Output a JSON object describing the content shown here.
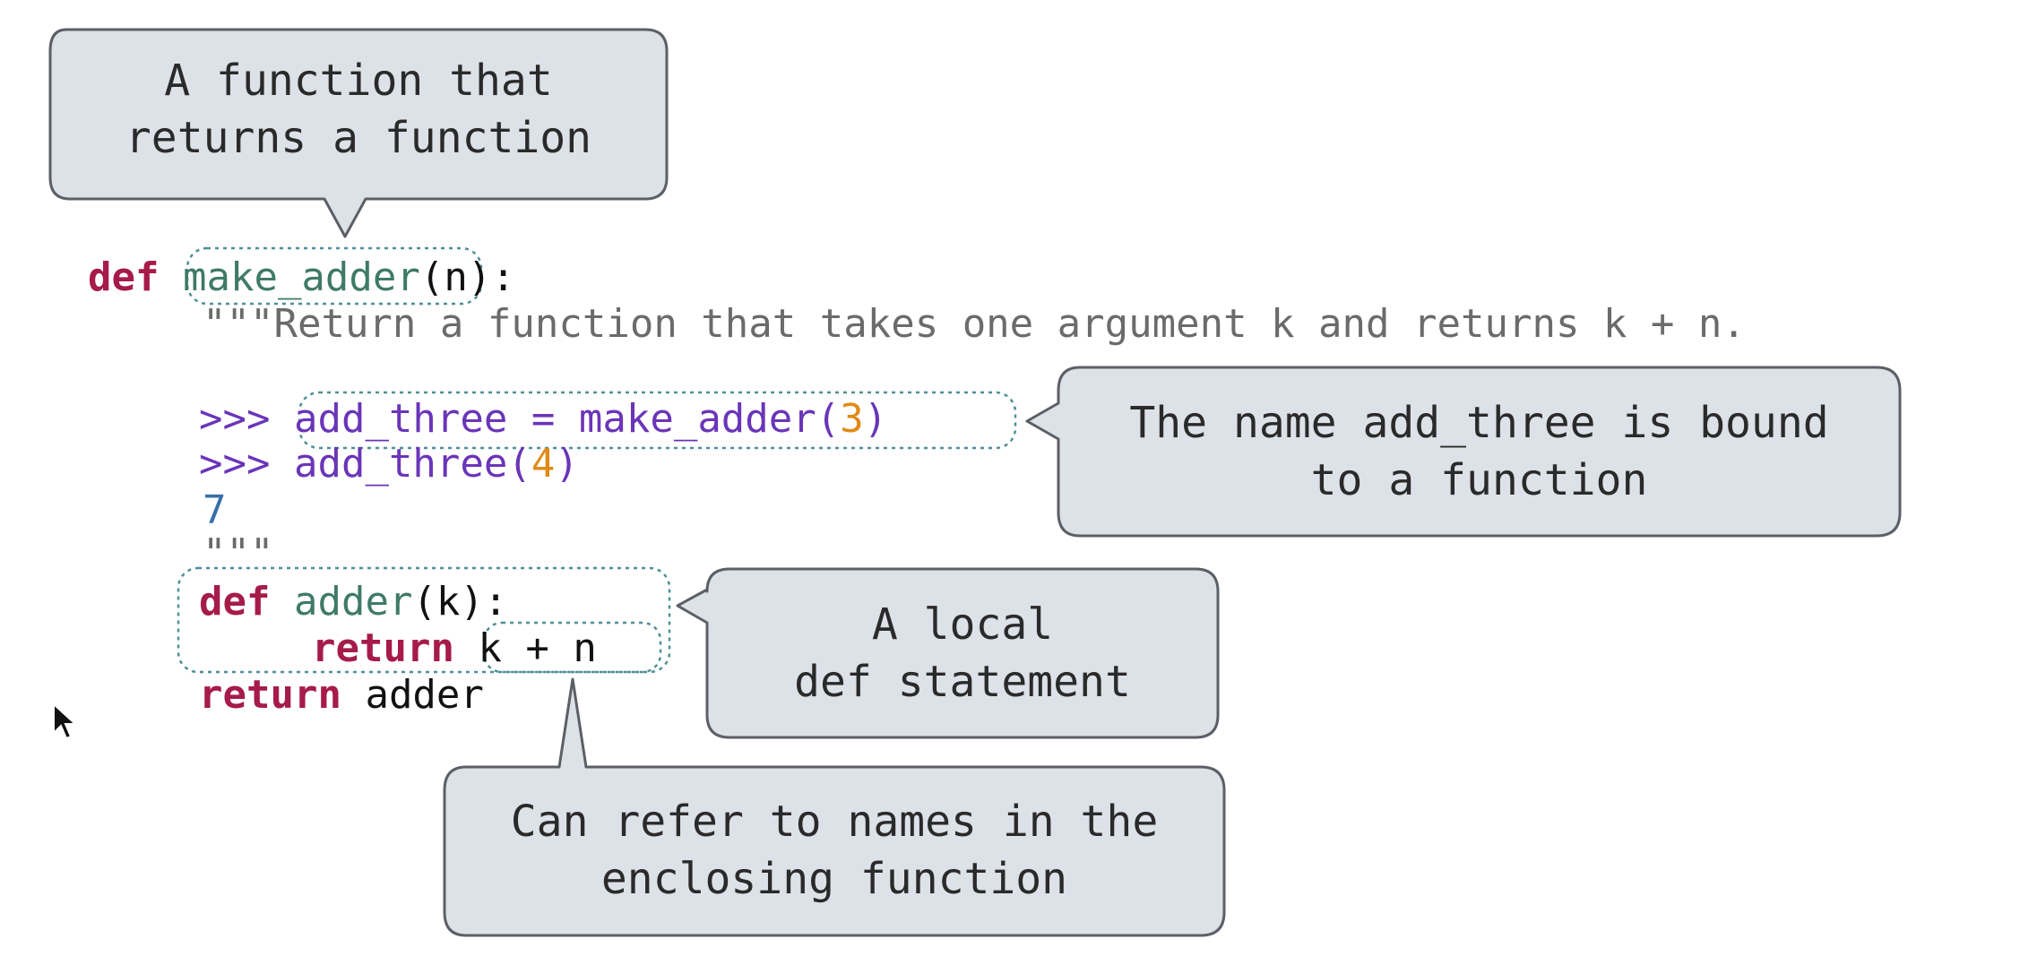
{
  "callouts": {
    "top": "A function that\nreturns a function",
    "bound": "The name add_three is bound\nto a function",
    "local": "A local\ndef statement",
    "refer": "Can refer to names in the\nenclosing function"
  },
  "code": {
    "line1_def": "def",
    "line1_name": "make_adder",
    "line1_params": "(n):",
    "line2_doc": "\"\"\"Return a function that takes one argument k and returns k + n.",
    "line3_prompt": ">>>",
    "line3_expr_a": "add_three = make_adder(",
    "line3_num": "3",
    "line3_expr_b": ")",
    "line4_prompt": ">>>",
    "line4_expr_a": "add_three(",
    "line4_num": "4",
    "line4_expr_b": ")",
    "line5_output": "7",
    "line6_doc_end": "\"\"\"",
    "line7_def": "def",
    "line7_name": "adder",
    "line7_params": "(k):",
    "line8_return": "return",
    "line8_expr": "k + n",
    "line9_return": "return",
    "line9_value": "adder"
  },
  "colors": {
    "callout_fill": "#dde1e8",
    "callout_stroke": "#5c5f66",
    "highlight_stroke": "#4f8f98",
    "keyword": "#a61b48",
    "function_name": "#3f7a68",
    "prompt": "#6a35b8",
    "number": "#e08a16"
  }
}
